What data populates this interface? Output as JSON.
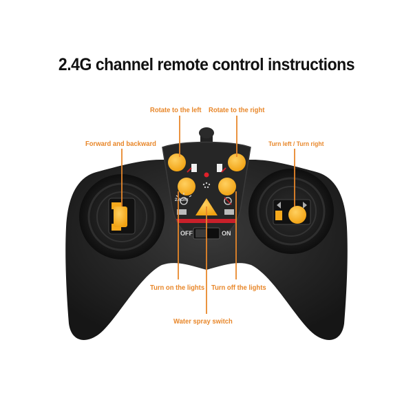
{
  "title": "2.4G channel remote control instructions",
  "callouts": {
    "rotate_left": "Rotate to the left",
    "rotate_right": "Rotate to the right",
    "forward_backward": "Forward and backward",
    "turn_left_right": "Turn left / Turn right",
    "lights_on": "Turn on the lights",
    "lights_off": "Turn off the lights",
    "water_spray": "Water spray switch"
  },
  "switch": {
    "off_label": "OFF",
    "on_label": "ON"
  },
  "panel": {
    "freq_label": "2.4Ghz"
  },
  "colors": {
    "callout": "#e8872a",
    "button": "#f5a91c",
    "body": "#1e1e1e",
    "accent_red": "#c8202a"
  },
  "icons": [
    "rotate-left-icon",
    "rotate-right-icon",
    "light-on-icon",
    "light-off-icon",
    "water-spray-icon"
  ]
}
